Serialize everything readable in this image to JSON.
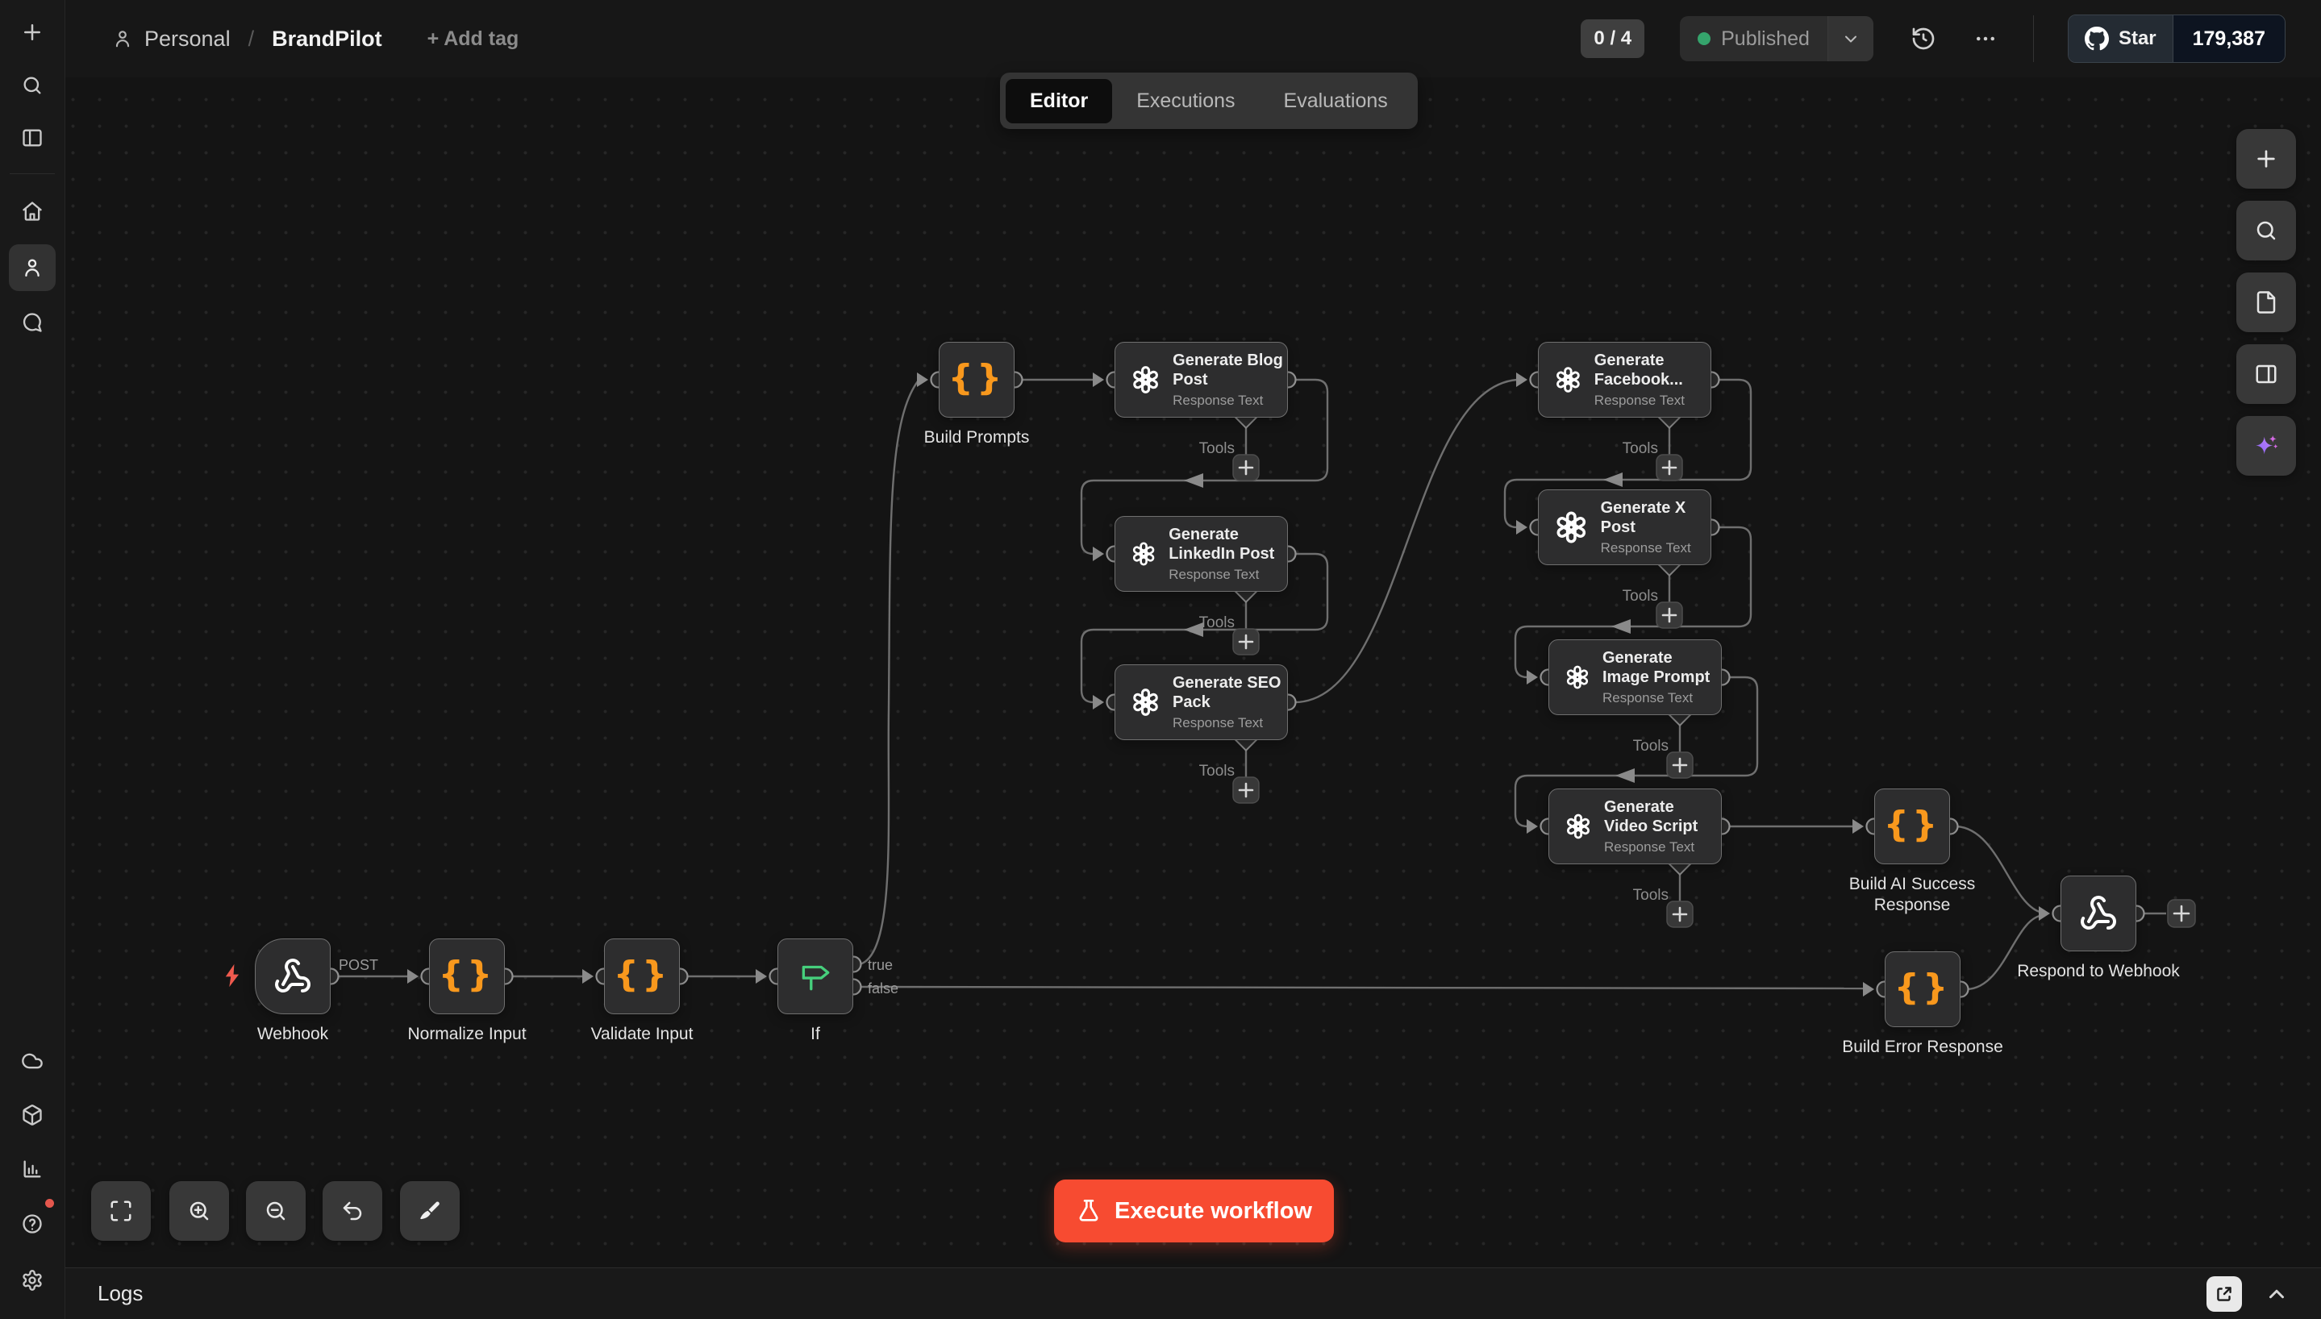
{
  "header": {
    "breadcrumb": {
      "project": "Personal",
      "separator": "/",
      "workflow": "BrandPilot",
      "add_tag_label": "+ Add tag"
    },
    "issues_badge": "0 / 4",
    "publish_status": "Published",
    "github": {
      "star_label": "Star",
      "star_count": "179,387"
    }
  },
  "tabs": [
    {
      "label": "Editor",
      "active": true
    },
    {
      "label": "Executions",
      "active": false
    },
    {
      "label": "Evaluations",
      "active": false
    }
  ],
  "canvas": {
    "labels": {
      "tools": "Tools",
      "true": "true",
      "false": "false",
      "post": "POST"
    },
    "nodes": [
      {
        "id": "webhook",
        "kind": "webhook-trigger",
        "label": "Webhook"
      },
      {
        "id": "normalize",
        "kind": "code",
        "label": "Normalize Input"
      },
      {
        "id": "validate",
        "kind": "code",
        "label": "Validate Input"
      },
      {
        "id": "if",
        "kind": "if",
        "label": "If"
      },
      {
        "id": "prompts",
        "kind": "code",
        "label": "Build Prompts"
      },
      {
        "id": "blog",
        "kind": "openai",
        "title": "Generate Blog Post",
        "subtitle": "Response Text"
      },
      {
        "id": "linkedin",
        "kind": "openai",
        "title": "Generate LinkedIn Post",
        "subtitle": "Response Text"
      },
      {
        "id": "seo",
        "kind": "openai",
        "title": "Generate SEO Pack",
        "subtitle": "Response Text"
      },
      {
        "id": "facebook",
        "kind": "openai",
        "title": "Generate Facebook...",
        "subtitle": "Response Text"
      },
      {
        "id": "xpost",
        "kind": "openai",
        "title": "Generate X Post",
        "subtitle": "Response Text"
      },
      {
        "id": "image",
        "kind": "openai",
        "title": "Generate Image Prompt",
        "subtitle": "Response Text"
      },
      {
        "id": "video",
        "kind": "openai",
        "title": "Generate Video Script",
        "subtitle": "Response Text"
      },
      {
        "id": "success",
        "kind": "code",
        "label": "Build AI Success\nResponse"
      },
      {
        "id": "respond",
        "kind": "webhook",
        "label": "Respond to Webhook"
      },
      {
        "id": "error",
        "kind": "code",
        "label": "Build Error Response"
      }
    ]
  },
  "controls": {
    "execute_label": "Execute workflow"
  },
  "logs": {
    "title": "Logs"
  },
  "colors": {
    "execute_button": "#f74b31",
    "code_orange": "#f8981d",
    "if_green": "#46cf7c",
    "published_dot": "#35a46c",
    "trigger_bolt": "#ef5a4e",
    "ai_sparkle": "#a78bfa"
  }
}
